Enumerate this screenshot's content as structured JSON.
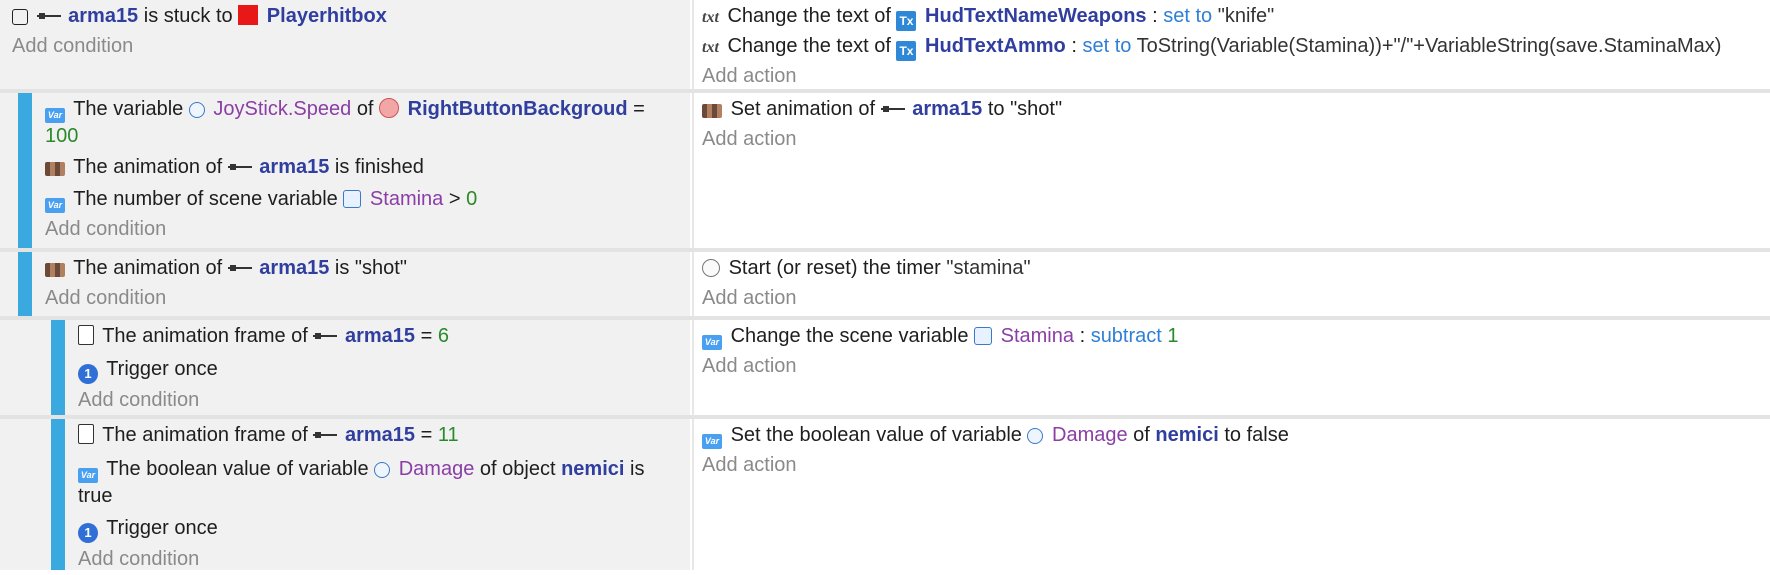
{
  "events": [
    {
      "conditions": [
        {
          "parts": [
            "arma15",
            " is stuck to ",
            "Playerhitbox"
          ]
        }
      ],
      "actions": [
        {
          "parts": [
            "Change the text of ",
            "HudTextNameWeapons",
            ": ",
            "set to",
            " \"knife\""
          ]
        },
        {
          "parts": [
            "Change the text of ",
            "HudTextAmmo",
            ": ",
            "set to",
            " ToString(Variable(Stamina))+\"/\"+VariableString(save.StaminaMax)"
          ]
        }
      ]
    },
    {
      "conditions": [
        {
          "parts": [
            "The variable ",
            "JoyStick.Speed",
            " of ",
            "RightButtonBackgroud",
            " = "
          ],
          "wrap": "100"
        },
        {
          "parts": [
            "The animation of ",
            "arma15",
            " is finished"
          ]
        },
        {
          "parts": [
            "The number of scene variable ",
            "Stamina",
            " > ",
            "0"
          ]
        }
      ],
      "actions": [
        {
          "parts": [
            "Set animation of ",
            "arma15",
            " to \"shot\""
          ]
        }
      ]
    },
    {
      "conditions": [
        {
          "parts": [
            "The animation of ",
            "arma15",
            " is \"shot\""
          ]
        }
      ],
      "actions": [
        {
          "parts": [
            "Start (or reset) the timer ",
            "\"stamina\""
          ]
        }
      ]
    },
    {
      "conditions": [
        {
          "parts": [
            "The animation frame of ",
            "arma15",
            " = ",
            "6"
          ]
        },
        {
          "parts": [
            "Trigger once"
          ]
        }
      ],
      "actions": [
        {
          "parts": [
            "Change the scene variable ",
            "Stamina",
            ": ",
            "subtract",
            " ",
            "1"
          ]
        }
      ]
    },
    {
      "conditions": [
        {
          "parts": [
            "The animation frame of ",
            "arma15",
            " = ",
            "11"
          ]
        },
        {
          "parts": [
            "The boolean value of variable ",
            "Damage",
            " of object ",
            "nemici",
            " is"
          ],
          "wrap": "true"
        },
        {
          "parts": [
            "Trigger once"
          ]
        }
      ],
      "actions": [
        {
          "parts": [
            "Set the boolean value of variable ",
            "Damage",
            " of ",
            "nemici",
            " to false"
          ]
        }
      ]
    }
  ],
  "add_condition": "Add condition",
  "add_action": "Add action",
  "icons": {
    "var": "Var",
    "tx": "Tx",
    "txt": "txt",
    "once": "1"
  },
  "colors": {
    "object": "#303f9f",
    "variable": "#8a3ea6",
    "operator": "#2f7fd6",
    "number": "#2a8a2a",
    "bar": "#3aa9df"
  }
}
